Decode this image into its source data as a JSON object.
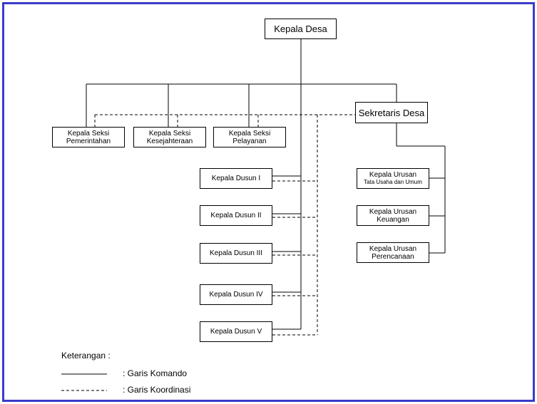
{
  "nodes": {
    "kepala_desa": "Kepala Desa",
    "sekretaris_desa": "Sekretaris Desa",
    "seksi_pemerintahan": [
      "Kepala Seksi",
      "Pemerintahan"
    ],
    "seksi_kesejahteraan": [
      "Kepala Seksi",
      "Kesejahteraan"
    ],
    "seksi_pelayanan": [
      "Kepala Seksi",
      "Pelayanan"
    ],
    "dusun": [
      "Kepala Dusun I",
      "Kepala Dusun II",
      "Kepala Dusun III",
      "Kepala Dusun IV",
      "Kepala Dusun V"
    ],
    "urusan_tata_usaha": [
      "Kepala Urusan",
      "Tata Usaha dan Umum"
    ],
    "urusan_keuangan": [
      "Kepala Urusan",
      "Keuangan"
    ],
    "urusan_perencanaan": [
      "Kepala Urusan",
      "Perencanaan"
    ]
  },
  "legend": {
    "title": "Keterangan :",
    "solid_label": ":  Garis Komando",
    "dashed_label": ":  Garis Koordinasi"
  },
  "colors": {
    "border": "#3b3bc8",
    "line": "#000000"
  }
}
